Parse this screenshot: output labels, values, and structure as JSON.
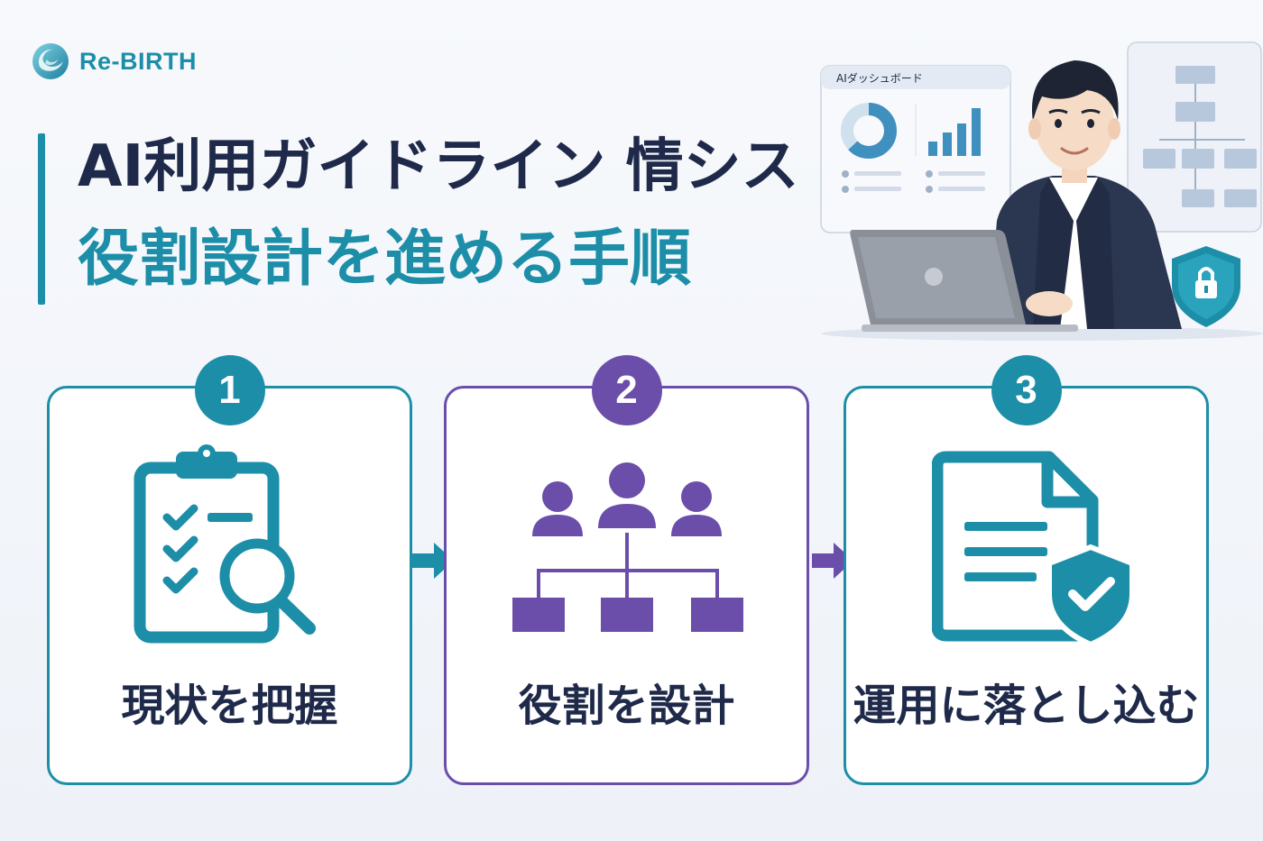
{
  "brand": {
    "name": "Re-BIRTH"
  },
  "title": {
    "line1": "AI利用ガイドライン 情シス",
    "line2": "役割設計を進める手順"
  },
  "hero": {
    "dashboard_title": "AIダッシュボード"
  },
  "steps": [
    {
      "number": "1",
      "label": "現状を把握",
      "icon": "clipboard-search-icon"
    },
    {
      "number": "2",
      "label": "役割を設計",
      "icon": "org-chart-icon"
    },
    {
      "number": "3",
      "label": "運用に落とし込む",
      "icon": "document-shield-icon"
    }
  ],
  "colors": {
    "teal": "#1d8ea8",
    "purple": "#6a4eaa",
    "navy": "#1f2a4a"
  }
}
